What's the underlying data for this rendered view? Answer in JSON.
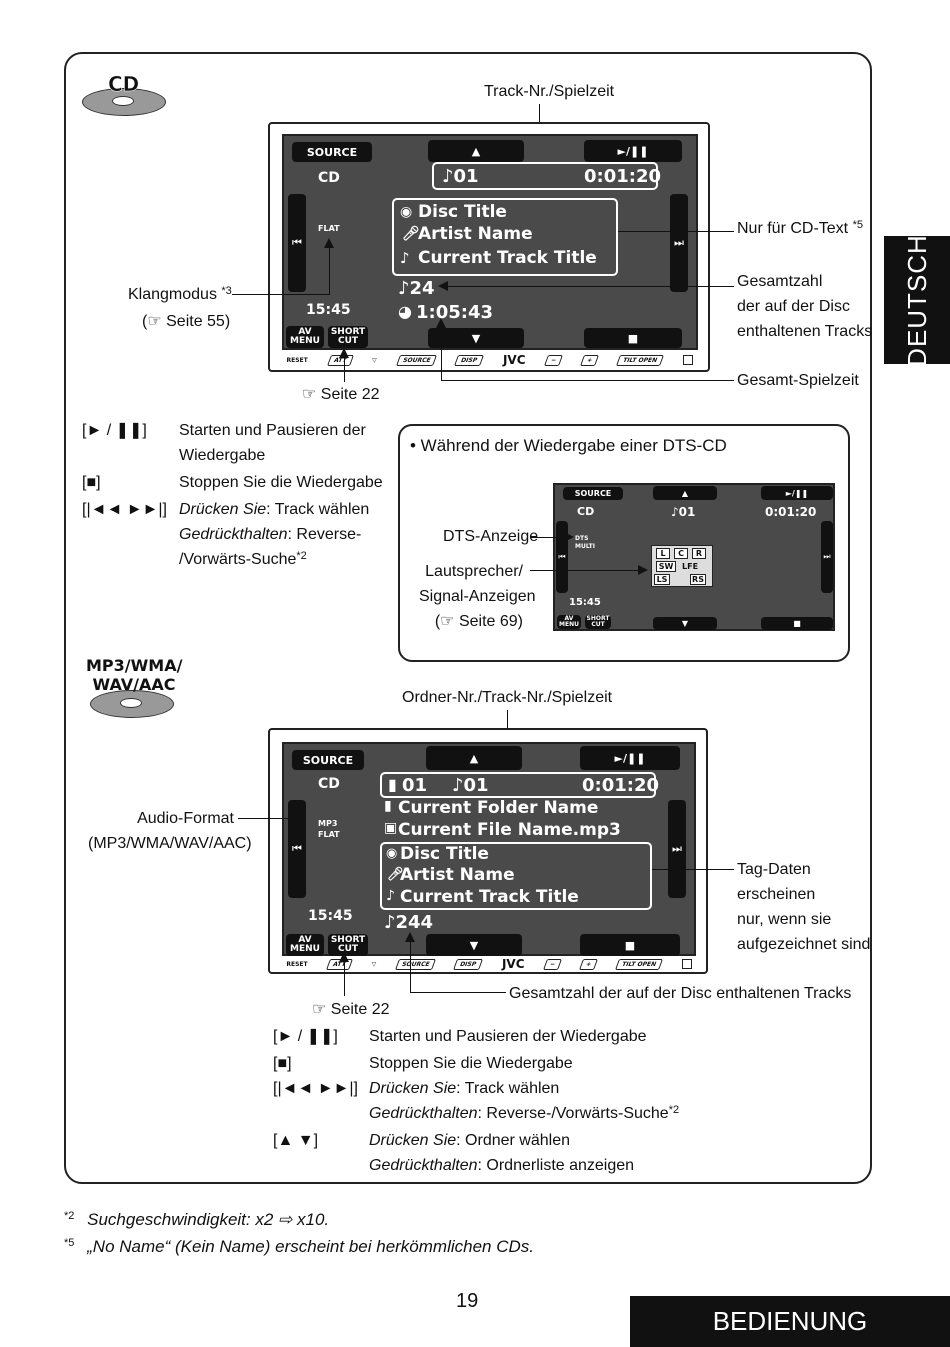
{
  "side_tab": "DEUTSCH",
  "bottom_tab": "BEDIENUNG",
  "page_number": "19",
  "cd_section": {
    "logo": "CD",
    "top_callout": "Track-Nr./Spielzeit",
    "right_callouts": {
      "cd_text": "Nur für CD-Text",
      "cd_text_ref": "*5",
      "total_tracks_1": "Gesamtzahl",
      "total_tracks_2": "der auf der Disc",
      "total_tracks_3": "enthaltenen Tracks",
      "total_time": "Gesamt-Spielzeit"
    },
    "left_callouts": {
      "sound_mode": "Klangmodus",
      "sound_mode_ref": "*3",
      "sound_mode_page": "(☞ Seite 55)"
    },
    "bottom_callout": "☞ Seite 22",
    "screen": {
      "source": "SOURCE",
      "up": "▲",
      "play": "►/❚❚",
      "mode": "CD",
      "track": "♪01",
      "time": "0:01:20",
      "flat": "FLAT",
      "disc_title": "Disc Title",
      "artist": "Artist Name",
      "track_title": "Current Track Title",
      "total_tracks": "♪24",
      "clock": "15:45",
      "total_time": "1:05:43",
      "av_menu_1": "AV",
      "av_menu_2": "MENU",
      "short_cut_1": "SHORT",
      "short_cut_2": "CUT",
      "down": "▼",
      "stop": "■",
      "prev": "⏮",
      "next": "⏭"
    },
    "controls": [
      {
        "key": "[► / ❚❚]",
        "desc_1": "Starten und Pausieren der",
        "desc_2": "Wiedergabe"
      },
      {
        "key": "[■]",
        "desc_1": "Stoppen Sie die Wiedergabe"
      },
      {
        "key": "[|◄◄ ►►|]",
        "desc_1_italic": "Drücken Sie",
        "desc_1": ": Track wählen",
        "desc_2_italic": "Gedrückthalten",
        "desc_2": ": Reverse-",
        "desc_3": "/Vorwärts-Suche",
        "desc_3_ref": "*2"
      }
    ]
  },
  "dts_section": {
    "heading": "• Während der Wiedergabe einer DTS-CD",
    "callout_dts": "DTS-Anzeige",
    "callout_speaker_1": "Lautsprecher/",
    "callout_speaker_2": "Signal-Anzeigen",
    "callout_speaker_3": "(☞ Seite 69)",
    "screen": {
      "source": "SOURCE",
      "up": "▲",
      "play": "►/❚❚",
      "mode": "CD",
      "track": "♪01",
      "time": "0:01:20",
      "dts_1": "DTS",
      "dts_2": "MULTI",
      "clock": "15:45",
      "av_menu_1": "AV",
      "av_menu_2": "MENU",
      "short_cut_1": "SHORT",
      "short_cut_2": "CUT",
      "down": "▼",
      "stop": "■",
      "prev": "⏮",
      "next": "⏭",
      "l": "L",
      "c": "C",
      "r": "R",
      "sw": "SW",
      "lfe": "LFE",
      "ls": "LS",
      "rs": "RS"
    }
  },
  "mp3_section": {
    "logo_1": "MP3/WMA/",
    "logo_2": "WAV/AAC",
    "top_callout": "Ordner-Nr./Track-Nr./Spielzeit",
    "left_callout_1": "Audio-Format",
    "left_callout_2": "(MP3/WMA/WAV/AAC)",
    "right_callout_1": "Tag-Daten",
    "right_callout_2": "erscheinen",
    "right_callout_3": "nur, wenn sie",
    "right_callout_4": "aufgezeichnet sind",
    "bottom_callout": "Gesamtzahl der auf der Disc enthaltenen Tracks",
    "page_ref": "☞ Seite 22",
    "screen": {
      "source": "SOURCE",
      "up": "▲",
      "play": "►/❚❚",
      "mode": "CD",
      "folder": "01",
      "track": "♪01",
      "time": "0:01:20",
      "format_1": "MP3",
      "format_2": "FLAT",
      "folder_name": "Current Folder Name",
      "file_name": "Current File Name.mp3",
      "disc_title": "Disc Title",
      "artist": "Artist Name",
      "track_title": "Current Track Title",
      "total_tracks": "♪244",
      "clock": "15:45",
      "av_menu_1": "AV",
      "av_menu_2": "MENU",
      "short_cut_1": "SHORT",
      "short_cut_2": "CUT",
      "down": "▼",
      "stop": "■",
      "prev": "⏮",
      "next": "⏭"
    },
    "controls": [
      {
        "key": "[► / ❚❚]",
        "desc": "Starten und Pausieren der Wiedergabe"
      },
      {
        "key": "[■]",
        "desc": "Stoppen Sie die Wiedergabe"
      },
      {
        "key": "[|◄◄ ►►|]",
        "desc_italic": "Drücken Sie",
        "desc": ": Track wählen",
        "desc2_italic": "Gedrückthalten",
        "desc2": ": Reverse-/Vorwärts-Suche",
        "desc2_ref": "*2"
      },
      {
        "key": "[▲ ▼]",
        "desc_italic": "Drücken Sie",
        "desc": ": Ordner wählen",
        "desc2_italic": "Gedrückthalten",
        "desc2": ": Ordnerliste anzeigen"
      }
    ]
  },
  "device_panel": {
    "reset": "RESET",
    "att": "ATT",
    "source": "SOURCE",
    "disp": "DISP",
    "brand": "JVC",
    "minus": "−",
    "plus": "+",
    "tilt_open_1": "TILT",
    "tilt_open_2": "OPEN"
  },
  "footnotes": [
    {
      "ref": "*2",
      "text": "Suchgeschwindigkeit: x2 ⇨ x10."
    },
    {
      "ref": "*5",
      "text": "„No Name“ (Kein Name) erscheint bei herkömmlichen CDs."
    }
  ]
}
